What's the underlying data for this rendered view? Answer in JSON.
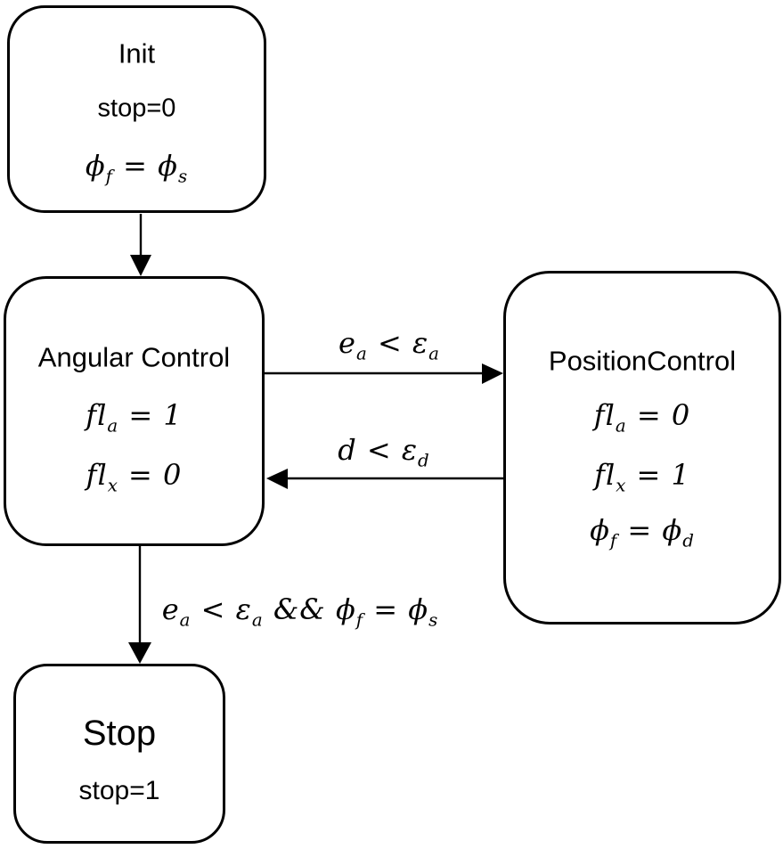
{
  "canvas": {
    "background": "#ffffff",
    "line_color": "#000000",
    "text_color": "#000000"
  },
  "states": [
    {
      "id": "init",
      "name": "Init",
      "plain": "stop=0",
      "math": [
        "ϕ_{f} = ϕ_{s}"
      ]
    },
    {
      "id": "angular-control",
      "name": "Angular Control",
      "math": [
        "fl_{a} = 1",
        "fl_{x} = 0"
      ]
    },
    {
      "id": "position-control",
      "name": "PositionControl",
      "math": [
        "fl_{a} = 0",
        "fl_{x} = 1",
        "ϕ_{f} = ϕ_{d}"
      ]
    },
    {
      "id": "stop",
      "name": "Stop",
      "plain": "stop=1"
    }
  ],
  "transitions": [
    {
      "from": "Init",
      "to": "Angular Control",
      "label": ""
    },
    {
      "from": "Angular Control",
      "to": "PositionControl",
      "label": "e_{a} < ε_{a}"
    },
    {
      "from": "PositionControl",
      "to": "Angular Control",
      "label": "d < ε_{d}"
    },
    {
      "from": "Angular Control",
      "to": "Stop",
      "label": "e_{a} < ε_{a} && ϕ_{f} = ϕ_{s}"
    }
  ]
}
